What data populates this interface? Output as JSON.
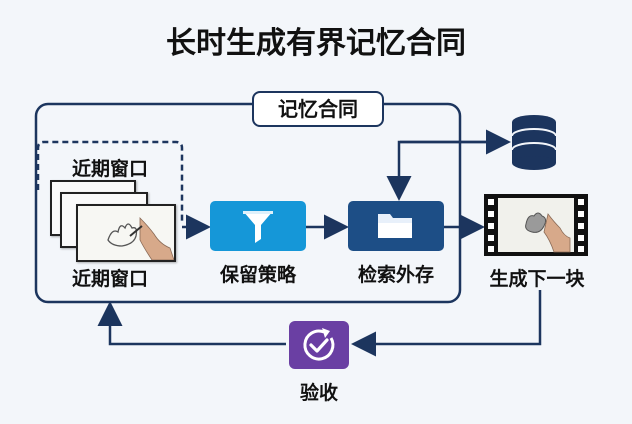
{
  "title": "长时生成有界记忆合同",
  "container_label": "记忆合同",
  "window": {
    "top_label": "近期窗口",
    "bottom_label": "近期窗口"
  },
  "filter_node": {
    "label": "保留策略",
    "icon": "funnel-icon",
    "color": "#1597d8"
  },
  "store_node": {
    "label": "检索外存",
    "icon": "folder-icon",
    "color": "#1d4e86"
  },
  "output_node": {
    "label": "生成下一块",
    "icon": "film-strip-icon"
  },
  "database": {
    "icon": "database-icon",
    "color": "#1c355e"
  },
  "verify_node": {
    "label": "验收",
    "icon": "check-cycle-icon",
    "color": "#6a3fa3"
  },
  "colors": {
    "line": "#1c355e"
  }
}
